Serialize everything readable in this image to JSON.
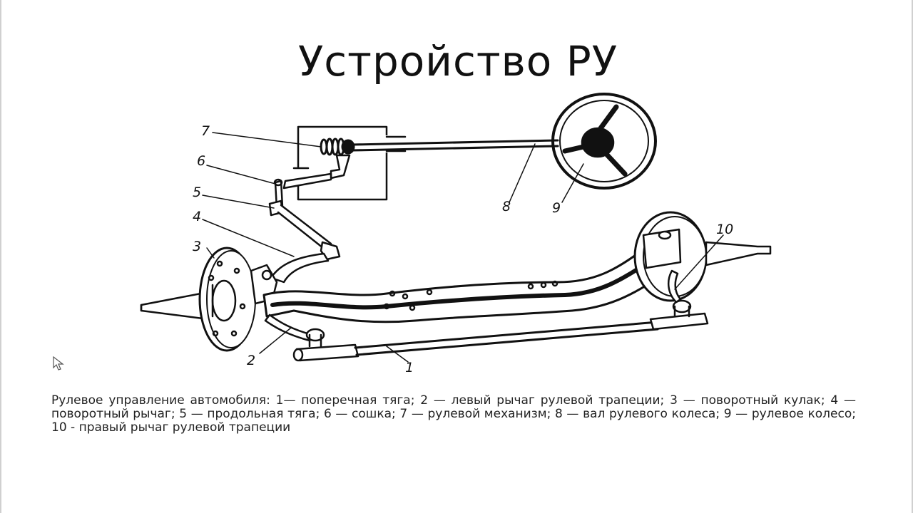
{
  "slide": {
    "title": "Устройство РУ",
    "caption": "Рулевое управление автомобиля: 1— поперечная тяга; 2 — левый рычаг рулевой трапеции; 3 — поворотный кулак; 4 — поворотный рычаг; 5 — продольная тяга; 6 — сошка; 7 — рулевой механизм; 8 — вал рулевого колеса; 9 — рулевое колесо; 10 - правый рычаг рулевой трапеции"
  },
  "diagram": {
    "labels": {
      "l1": "1",
      "l2": "2",
      "l3": "3",
      "l4": "4",
      "l5": "5",
      "l6": "6",
      "l7": "7",
      "l8": "8",
      "l9": "9",
      "l10": "10"
    }
  },
  "icons": {
    "cursor": "mouse-pointer-icon"
  }
}
